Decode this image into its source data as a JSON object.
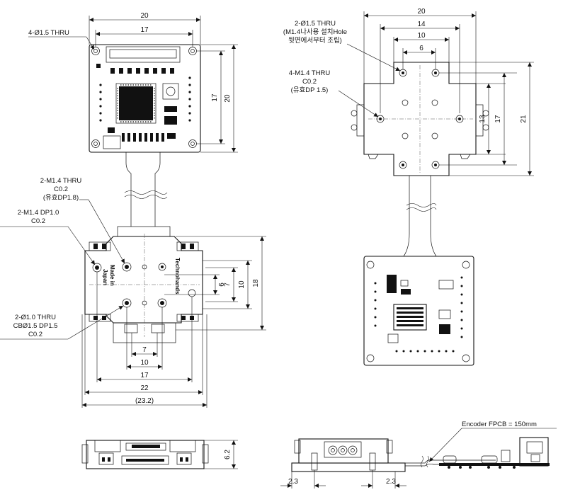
{
  "top_left_view": {
    "dims": {
      "overall_width": "20",
      "hole_pitch_x": "17",
      "hole_pitch_y": "17",
      "overall_height": "20"
    },
    "notes": {
      "mount_holes": "4-Ø1.5 THRU"
    }
  },
  "top_right_view": {
    "dims": {
      "width_20": "20",
      "width_14": "14",
      "width_10": "10",
      "width_6": "6",
      "height_13": "13",
      "height_17": "17",
      "height_21": "21"
    },
    "notes": {
      "holes_a_line1": "2-Ø1.5 THRU",
      "holes_a_line2": "(M1.4나사용 설치Hole",
      "holes_a_line3": "뒷면에서부터 조립)",
      "holes_b_line1": "4-M1.4 THRU",
      "holes_b_line2": "C0.2",
      "holes_b_line3": "(유효DP 1.5)"
    }
  },
  "stage_view": {
    "dims": {
      "w7": "7",
      "w10": "10",
      "w17": "17",
      "w22": "22",
      "w23_2": "(23.2)",
      "h6": "6",
      "h7": "7",
      "h10": "10",
      "h18": "18"
    },
    "engraving": {
      "line1": "Made in",
      "line2": "Japan",
      "maker": "Technohands"
    },
    "notes": {
      "a_line1": "2-M1.4 THRU",
      "a_line2": "C0.2",
      "a_line3": "(유효DP1.8)",
      "b_line1": "2-M1.4  DP1.0",
      "b_line2": "C0.2",
      "c_line1": "2-Ø1.0 THRU",
      "c_line2": "CBØ1.5  DP1.5",
      "c_line3": "C0.2"
    }
  },
  "side_views": {
    "dims": {
      "height": "6.2",
      "left_offset": "2.3",
      "right_offset": "2.3"
    },
    "notes": {
      "encoder_fpcb": "Encoder FPCB = 150mm"
    }
  },
  "colors": {
    "line": "#111111",
    "paper": "#ffffff"
  }
}
